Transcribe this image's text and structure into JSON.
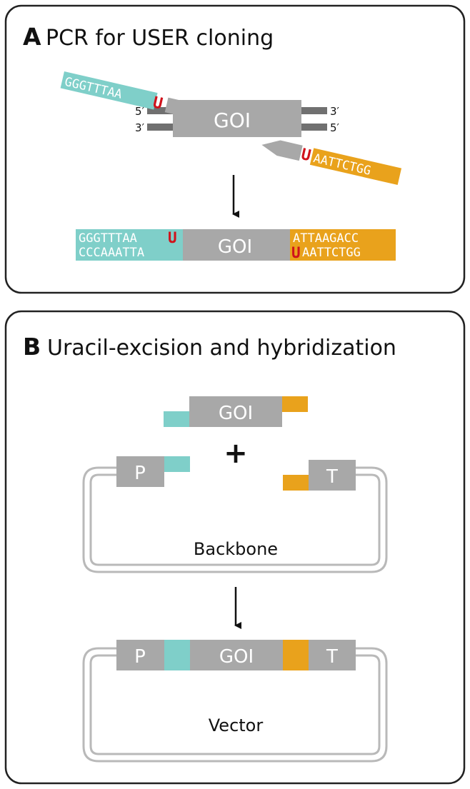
{
  "colors": {
    "teal": "#7fcfc9",
    "orange": "#e9a21c",
    "gray": "#a8a8a8",
    "dark_gray": "#707070",
    "uracil_red": "#d0121b",
    "panel_border": "#222222",
    "plasmid_line": "#b9b9b9"
  },
  "panel_a": {
    "letter": "A",
    "title": "PCR for USER cloning",
    "gene_label": "GOI",
    "left_top_end": "5′",
    "left_bottom_end": "3′",
    "right_top_end": "3′",
    "right_bottom_end": "5′",
    "forward_primer_seq": "GGGTTTAA",
    "reverse_primer_seq": "AATTCTGG",
    "uracil": "U",
    "product": {
      "left_top_seq": "GGGTTTAA",
      "left_bottom_seq": "CCCAAATTA",
      "gene_label": "GOI",
      "right_top_seq": "ATTAAGACC",
      "right_bottom_seq": "AATTCTGG"
    }
  },
  "panel_b": {
    "letter": "B",
    "title": "Uracil-excision and hybridization",
    "insert_label": "GOI",
    "plus": "+",
    "promoter_label": "P",
    "terminator_label": "T",
    "backbone_label": "Backbone",
    "vector": {
      "promoter_label": "P",
      "gene_label": "GOI",
      "terminator_label": "T",
      "label": "Vector"
    }
  }
}
